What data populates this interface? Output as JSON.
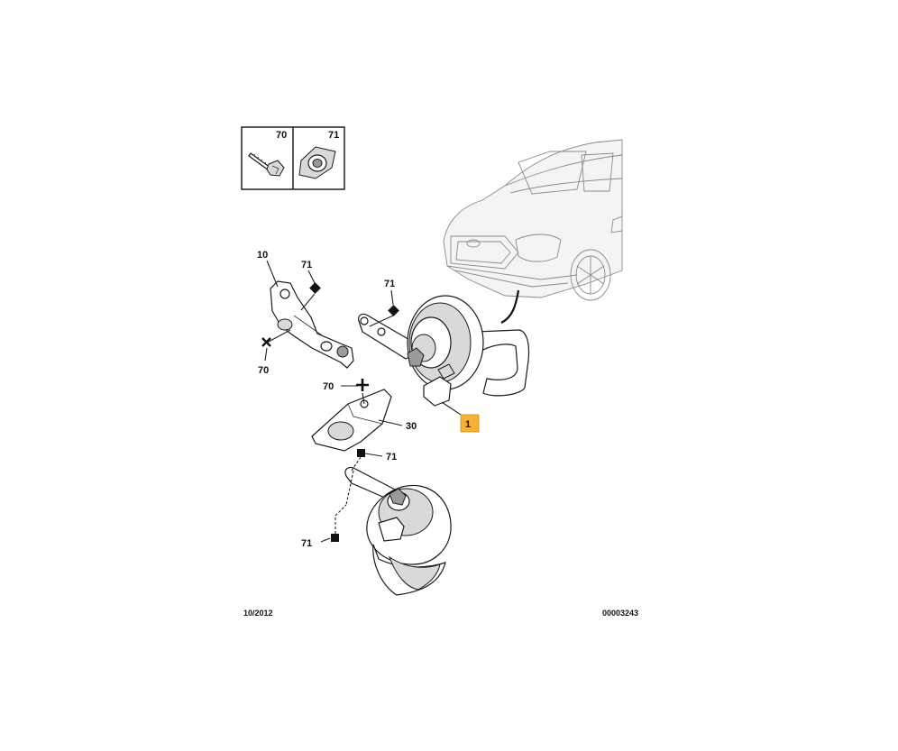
{
  "legend": {
    "items": [
      {
        "ref": "70",
        "icon": "bolt-icon"
      },
      {
        "ref": "71",
        "icon": "clip-nut-icon"
      }
    ]
  },
  "callouts": {
    "bracket_upper": "10",
    "nut_upper_left": "71",
    "nut_upper_center": "71",
    "bolt_left": "70",
    "bolt_center": "70",
    "bracket_lower": "30",
    "nut_lower_right": "71",
    "nut_bottom_left": "71",
    "horn": "1"
  },
  "colors": {
    "highlight": "#f5b335",
    "ink": "#1a1a1a",
    "car_outline": "#8a8a8a"
  },
  "footer": {
    "date": "10/2012",
    "code": "00003243"
  }
}
